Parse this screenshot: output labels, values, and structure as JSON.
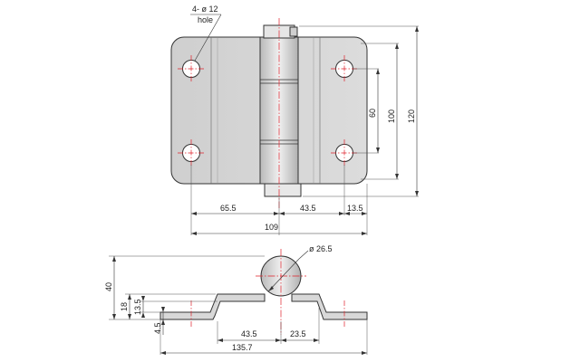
{
  "top_view": {
    "hole_callout": {
      "line1": "4- ø 12",
      "line2": "hole"
    },
    "dimensions": {
      "d_65_5": "65.5",
      "d_43_5": "43.5",
      "d_13_5": "13.5",
      "d_109": "109",
      "d_60": "60",
      "d_100": "100",
      "d_120": "120"
    }
  },
  "side_view": {
    "pin_callout": "ø 26.5",
    "dimensions": {
      "d_40": "40",
      "d_18": "18",
      "d_13_5": "13.5",
      "d_4_5": "4.5",
      "d_43_5": "43.5",
      "d_23_5": "23.5",
      "d_135_7": "135.7"
    }
  },
  "colors": {
    "plate_fill": "#d6d6d6",
    "outline": "#333333",
    "centerline": "#e0202a"
  }
}
